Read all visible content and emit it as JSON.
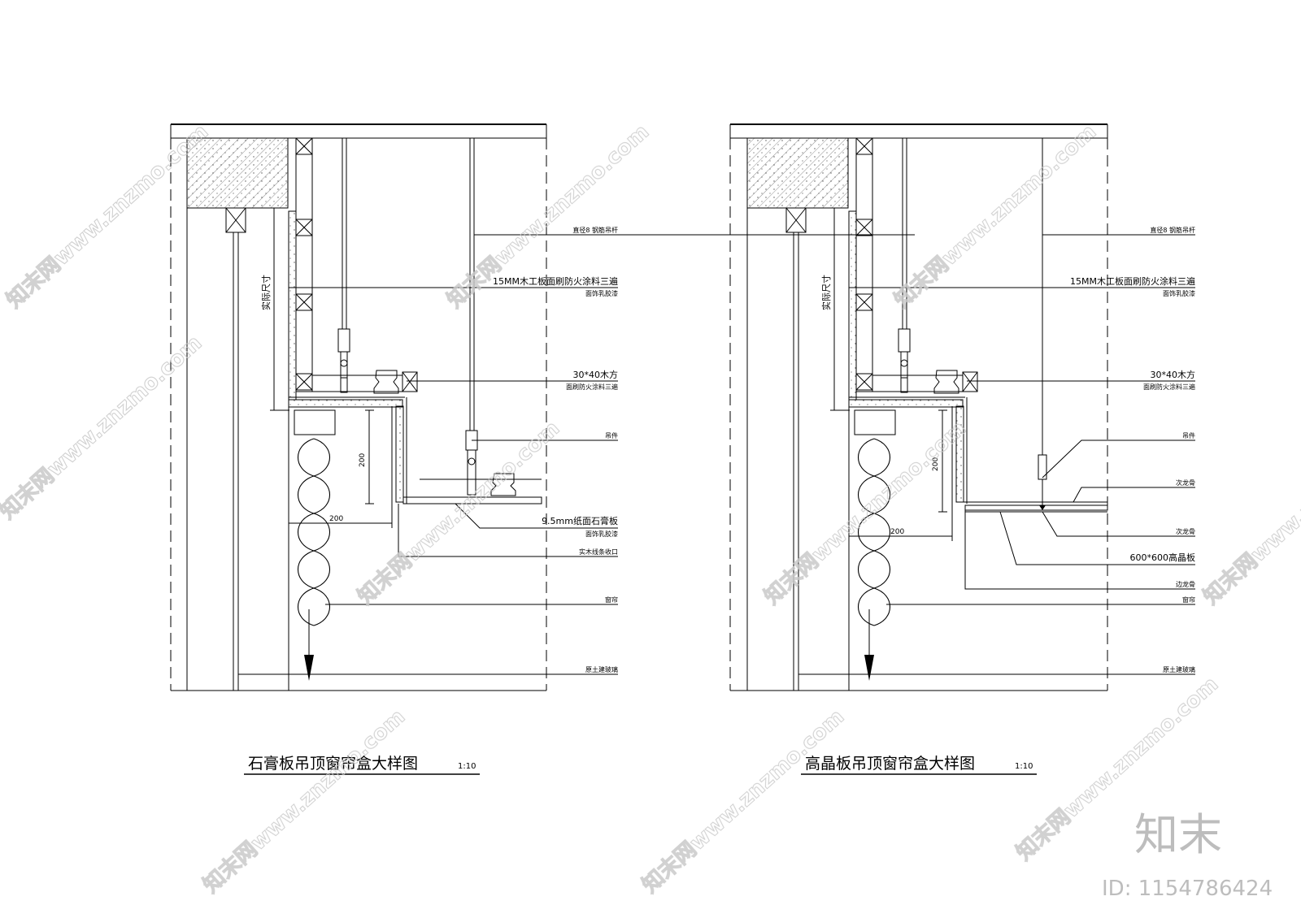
{
  "drawings": [
    {
      "title": "石膏板吊顶窗帘盒大样图",
      "scale": "1:10",
      "side_label": "实际尺寸",
      "dims": {
        "vertical": "200",
        "horizontal": "200"
      },
      "callouts": [
        {
          "main": "直径8 钢筋吊杆",
          "sub": ""
        },
        {
          "main": "15MM木工板面刷防火涂料三遍",
          "sub": "面饰乳胶漆"
        },
        {
          "main": "30*40木方",
          "sub": "面刷防火涂料三遍"
        },
        {
          "main": "吊件",
          "sub": ""
        },
        {
          "main": "9.5mm纸面石膏板",
          "sub": "面饰乳胶漆"
        },
        {
          "main": "实木线条收口",
          "sub": ""
        },
        {
          "main": "窗帘",
          "sub": ""
        },
        {
          "main": "原土建玻璃",
          "sub": ""
        }
      ]
    },
    {
      "title": "高晶板吊顶窗帘盒大样图",
      "scale": "1:10",
      "side_label": "实际尺寸",
      "dims": {
        "vertical": "200",
        "horizontal": "200"
      },
      "callouts": [
        {
          "main": "直径8 钢筋吊杆",
          "sub": ""
        },
        {
          "main": "15MM木工板面刷防火涂料三遍",
          "sub": "面饰乳胶漆"
        },
        {
          "main": "30*40木方",
          "sub": "面刷防火涂料三遍"
        },
        {
          "main": "吊件",
          "sub": ""
        },
        {
          "main": "次龙骨",
          "sub": ""
        },
        {
          "main": "次龙骨",
          "sub": ""
        },
        {
          "main": "600*600高晶板",
          "sub": ""
        },
        {
          "main": "边龙骨",
          "sub": ""
        },
        {
          "main": "窗帘",
          "sub": ""
        },
        {
          "main": "原土建玻璃",
          "sub": ""
        }
      ]
    }
  ],
  "watermark": {
    "text": "知末网www.znzmo.com",
    "brand": "知末",
    "id_label": "ID: 1154786424"
  }
}
